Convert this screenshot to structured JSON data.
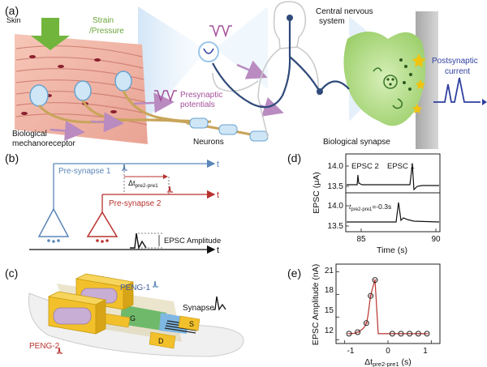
{
  "panel_a": {
    "label": "(a)",
    "skin": "Skin",
    "strain_line1": "Strain",
    "strain_line2": "/Pressure",
    "cns_line1": "Central nervous",
    "cns_line2": "system",
    "postsyn_line1": "Postsynaptic",
    "postsyn_line2": "current",
    "presyn_line1": "Presynaptic",
    "presyn_line2": "potentials",
    "bio_mech_line1": "Biological",
    "bio_mech_line2": "mechanoreceptor",
    "neurons": "Neurons",
    "bio_synapse": "Biological synapse"
  },
  "panel_b": {
    "label": "(b)",
    "pre1": "Pre-synapse 1",
    "pre2": "Pre-synapse 2",
    "dt_prefix": "Δt",
    "dt_sub": "pre2-pre1",
    "epsc_amp": "EPSC Amplitude",
    "t1": "t",
    "t2": "t",
    "t3": "t"
  },
  "panel_c": {
    "label": "(c)",
    "peng1": "PENG-1",
    "peng2": "PENG-2",
    "synapse": "Synapse",
    "g": "G",
    "d": "D",
    "s": "S"
  },
  "panel_d": {
    "label": "(d)",
    "ylabel": "EPSC (μA)",
    "xlabel": "Time (s)",
    "epsc2": "EPSC 2",
    "epsc1": "EPSC 1",
    "dt_text_prefix": "t",
    "dt_text_sub": "pre2-pre1",
    "dt_text_suffix": "=-0.3s",
    "yticks_top": [
      "14.0",
      "13.5"
    ],
    "yticks_bottom": [
      "14.0",
      "13.5"
    ],
    "xticks": [
      "85",
      "90"
    ]
  },
  "panel_e": {
    "label": "(e)",
    "ylabel": "EPSC Amplitude (nA)",
    "xlabel_prefix": "Δt",
    "xlabel_sub": "pre2-pre1",
    "xlabel_suffix": " (s)",
    "yticks": [
      "21",
      "18",
      "15",
      "12"
    ],
    "xticks": [
      "-1",
      "0",
      "1"
    ]
  },
  "colors": {
    "pre1": "#5b86b8",
    "pre2": "#b8322e",
    "epsc": "#111111",
    "strain_green": "#72b53d",
    "presyn_purple": "#a44f9b",
    "postsyn_blue": "#2f3f9f",
    "synapse_green": "#9ccf6b",
    "gold": "#f1c40f"
  },
  "chart_data": {
    "type": "line",
    "title": "",
    "xlabel": "Δtpre2-pre1 (s)",
    "ylabel": "EPSC Amplitude (nA)",
    "xlim": [
      -1.2,
      1.2
    ],
    "ylim": [
      11.5,
      22
    ],
    "series": [
      {
        "x": [
          -0.9,
          -0.7,
          -0.5,
          -0.4,
          -0.3,
          0.1,
          0.3,
          0.5,
          0.7,
          0.9
        ],
        "y": [
          12.8,
          13.0,
          14.2,
          17.8,
          19.9,
          12.8,
          12.8,
          12.8,
          12.8,
          12.8
        ]
      }
    ]
  }
}
